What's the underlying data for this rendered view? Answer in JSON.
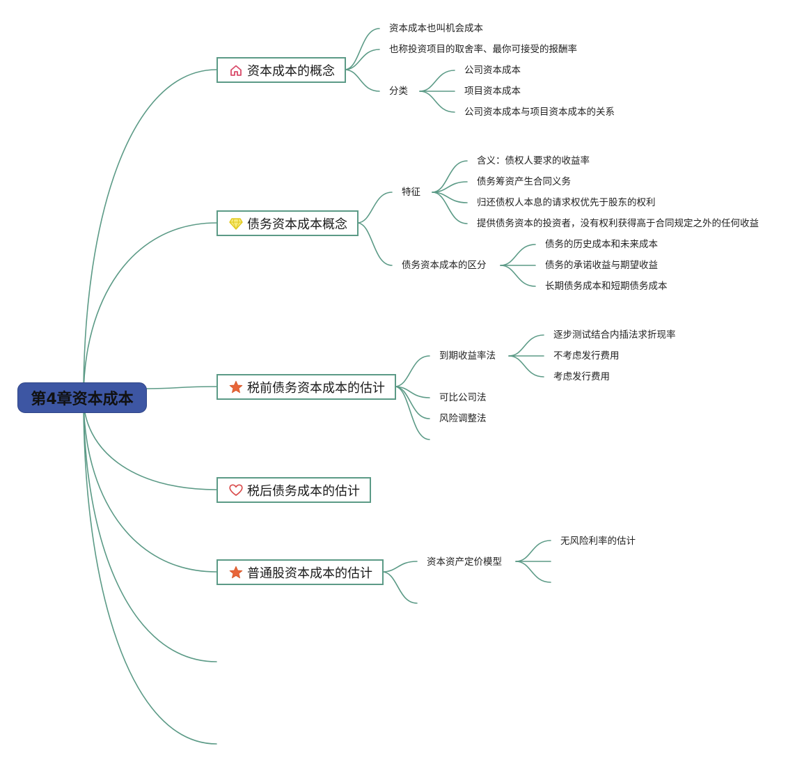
{
  "root": {
    "label": "第4章资本成本"
  },
  "branches": [
    {
      "label": "资本成本的概念",
      "icon": "house-icon",
      "children": [
        {
          "label": "资本成本也叫机会成本"
        },
        {
          "label": "也称投资项目的取舍率、最你可接受的报酬率"
        },
        {
          "label": "分类",
          "children": [
            {
              "label": "公司资本成本"
            },
            {
              "label": "项目资本成本"
            },
            {
              "label": "公司资本成本与项目资本成本的关系"
            }
          ]
        }
      ]
    },
    {
      "label": "债务资本成本概念",
      "icon": "diamond-icon",
      "children": [
        {
          "label": "特征",
          "children": [
            {
              "label": "含义：债权人要求的收益率"
            },
            {
              "label": "债务筹资产生合同义务"
            },
            {
              "label": "归还债权人本息的请求权优先于股东的权利"
            },
            {
              "label": "提供债务资本的投资者，没有权利获得高于合同规定之外的任何收益"
            }
          ]
        },
        {
          "label": "债务资本成本的区分",
          "children": [
            {
              "label": "债务的历史成本和未来成本"
            },
            {
              "label": "债务的承诺收益与期望收益"
            },
            {
              "label": "长期债务成本和短期债务成本"
            }
          ]
        }
      ]
    },
    {
      "label": "税前债务资本成本的估计",
      "icon": "star-icon",
      "children": [
        {
          "label": "到期收益率法",
          "children": [
            {
              "label": "逐步测试结合内插法求折现率"
            },
            {
              "label": "不考虑发行费用"
            },
            {
              "label": "考虑发行费用"
            }
          ]
        },
        {
          "label": "可比公司法"
        },
        {
          "label": "风险调整法"
        }
      ]
    },
    {
      "label": "税后债务成本的估计",
      "icon": "heart-icon"
    },
    {
      "label": "普通股资本成本的估计",
      "icon": "star-icon",
      "children": [
        {
          "label": "资本资产定价模型",
          "children": [
            {
              "label": "无风险利率的估计"
            }
          ]
        }
      ]
    }
  ],
  "colors": {
    "line": "#5b9a86",
    "root": "#3d56a3",
    "star": "#e8663a",
    "house": "#d94b6a",
    "diamond": "#f2e13a",
    "heart": "#d94b4b"
  }
}
